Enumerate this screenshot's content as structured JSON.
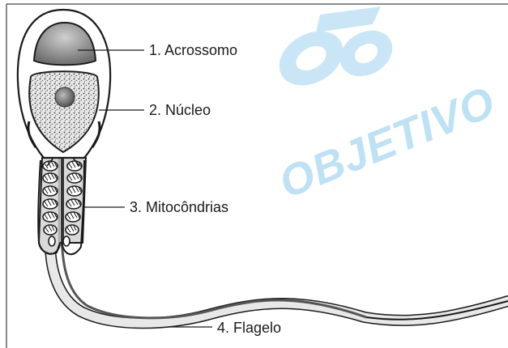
{
  "labels": {
    "acrosome": "1. Acrossomo",
    "nucleus": "2. Núcleo",
    "mitochondria": "3. Mitocôndrias",
    "flagellum": "4. Flagelo"
  },
  "watermark": {
    "text": "OBJETIVO",
    "color": "#bfe1f4"
  },
  "colors": {
    "outline": "#1a1a1a",
    "acrosome_fill": "#8c8c8c",
    "midpiece_fill": "#d9d9d9"
  }
}
